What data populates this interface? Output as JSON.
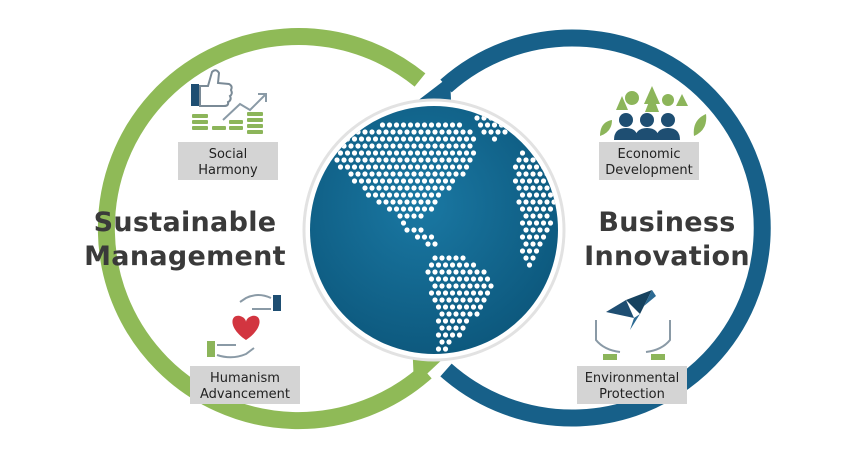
{
  "colors": {
    "green_loop": "#8fba57",
    "blue_loop": "#176089",
    "globe_ocean": "#0e6388",
    "label_box": "#d4d4d4",
    "heart": "#d23540",
    "icon_navy": "#1e4e72",
    "icon_green": "#8cb55a"
  },
  "left_cycle": {
    "title_line1": "Sustainable",
    "title_line2": "Management",
    "top_item": {
      "line1": "Social",
      "line2": "Harmony",
      "icon": "thumbs-up-growth-icon"
    },
    "bottom_item": {
      "line1": "Humanism",
      "line2": "Advancement",
      "icon": "hands-heart-icon"
    }
  },
  "right_cycle": {
    "title_line1": "Business",
    "title_line2": "Innovation",
    "top_item": {
      "line1": "Economic",
      "line2": "Development",
      "icon": "people-trees-icon"
    },
    "bottom_item": {
      "line1": "Environmental",
      "line2": "Protection",
      "icon": "hands-origami-bird-icon"
    }
  },
  "center": {
    "icon": "globe-americas-icon"
  }
}
